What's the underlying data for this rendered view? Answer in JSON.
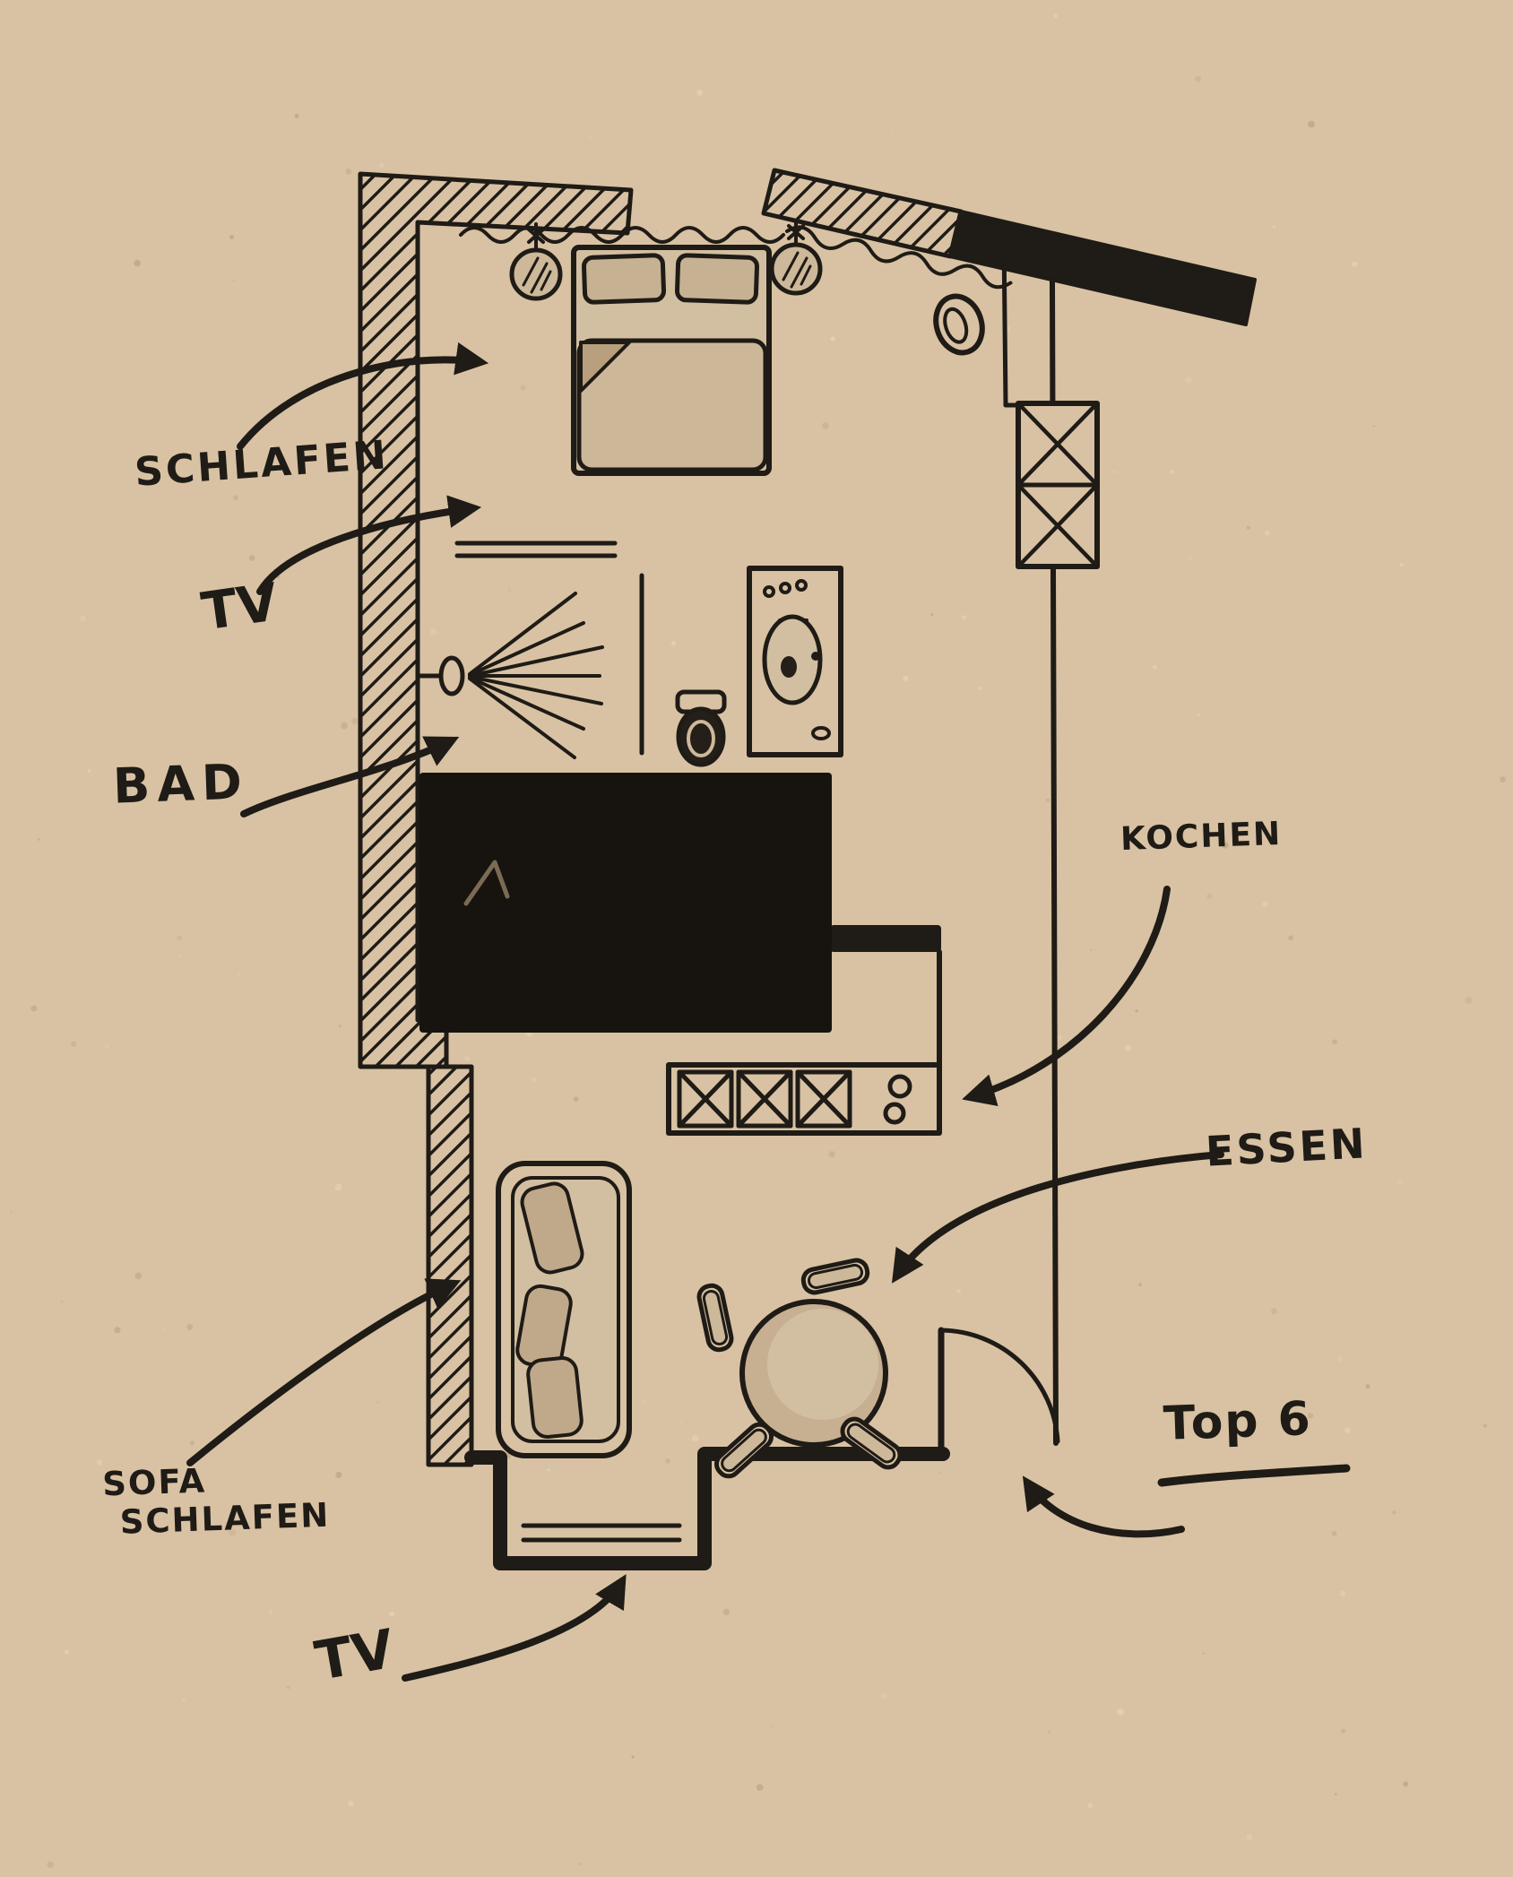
{
  "colors": {
    "paper": "#d8c2a3",
    "ink": "#1f1b16"
  },
  "labels": {
    "schlafen": "SCHLAFEN",
    "tv_top": "TV",
    "bad": "BAD",
    "kochen": "KOCHEN",
    "essen": "ESSEN",
    "sofa_line1": "SOFA",
    "sofa_line2": "SCHLAFEN",
    "tv_bottom": "TV",
    "top6": "Top 6"
  },
  "plan_elements": [
    "double-bed",
    "pendant-lamp",
    "window-curtain-line",
    "wall-lamp",
    "wardrobe",
    "tv-sideboard",
    "shower",
    "shower-partition",
    "toilet",
    "washbasin-unit",
    "dark-storage-area",
    "kitchen-counter-with-hob",
    "dining-table",
    "chair",
    "sofa-bed",
    "entrance-door",
    "tv-niche"
  ]
}
